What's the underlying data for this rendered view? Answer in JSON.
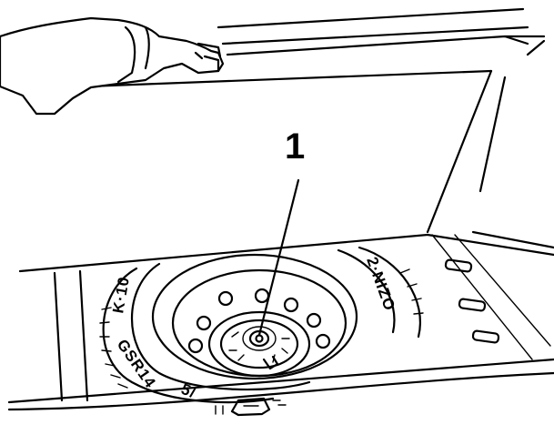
{
  "callout": {
    "number": "1"
  },
  "tire_markings": {
    "left_top": "K·10",
    "right_top": "2·NIZO",
    "bottom_left": "GSR14",
    "bottom_mid": "5/"
  }
}
